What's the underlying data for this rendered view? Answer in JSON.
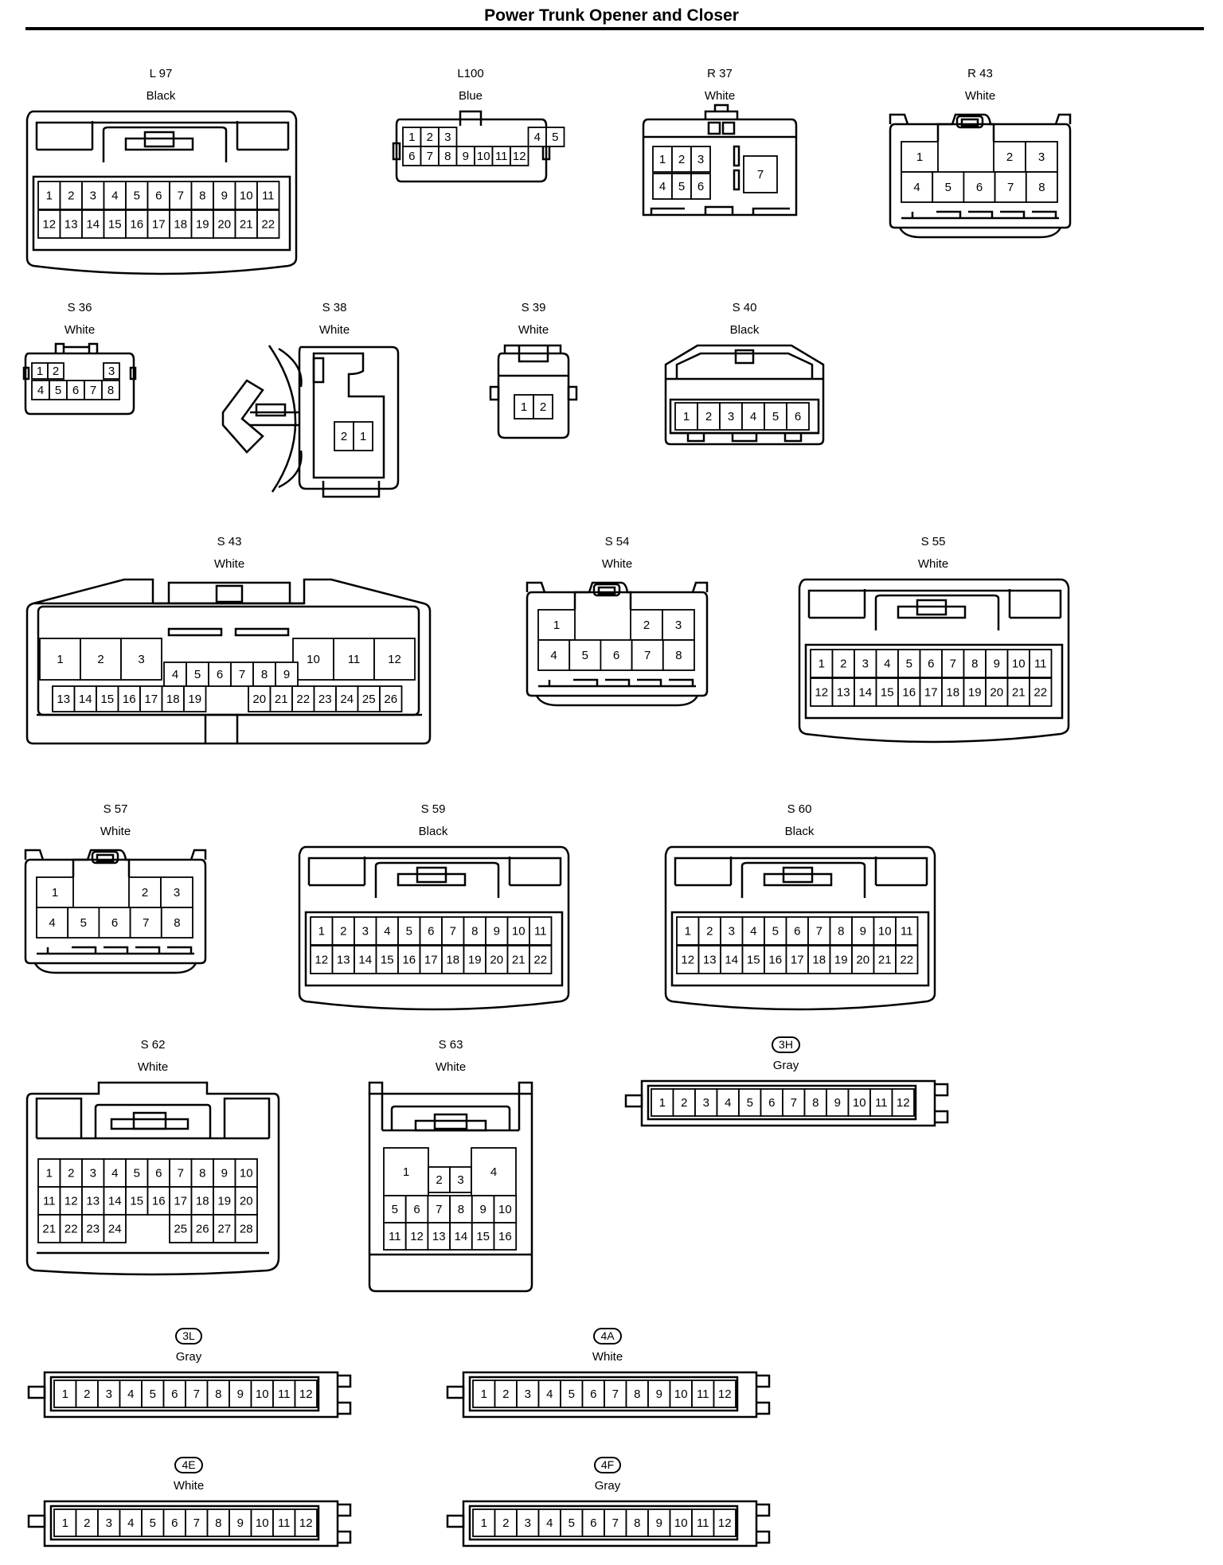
{
  "title": "Power Trunk Opener and Closer",
  "connectors": [
    {
      "id": "L 97",
      "color": "Black",
      "rows": [
        [
          "1",
          "2",
          "3",
          "4",
          "5",
          "6",
          "7",
          "8",
          "9",
          "10",
          "11"
        ],
        [
          "12",
          "13",
          "14",
          "15",
          "16",
          "17",
          "18",
          "19",
          "20",
          "21",
          "22"
        ]
      ]
    },
    {
      "id": "L100",
      "color": "Blue",
      "rows": [
        [
          "1",
          "2",
          "3",
          "",
          "",
          "",
          "",
          "4",
          "5"
        ],
        [
          "6",
          "7",
          "8",
          "9",
          "10",
          "11",
          "12"
        ]
      ]
    },
    {
      "id": "R 37",
      "color": "White",
      "rows": [
        [
          "1",
          "2",
          "3"
        ],
        [
          "4",
          "5",
          "6"
        ],
        [
          "7"
        ]
      ]
    },
    {
      "id": "R 43",
      "color": "White",
      "rows": [
        [
          "1",
          "2",
          "3"
        ],
        [
          "4",
          "5",
          "6",
          "7",
          "8"
        ]
      ]
    },
    {
      "id": "S 36",
      "color": "White",
      "rows": [
        [
          "1",
          "2",
          "3"
        ],
        [
          "4",
          "5",
          "6",
          "7",
          "8"
        ]
      ]
    },
    {
      "id": "S 38",
      "color": "White",
      "rows": [
        [
          "2",
          "1"
        ]
      ]
    },
    {
      "id": "S 39",
      "color": "White",
      "rows": [
        [
          "1",
          "2"
        ]
      ]
    },
    {
      "id": "S 40",
      "color": "Black",
      "rows": [
        [
          "1",
          "2",
          "3",
          "4",
          "5",
          "6"
        ]
      ]
    },
    {
      "id": "S 43",
      "color": "White",
      "rows": [
        [
          "1",
          "2",
          "3",
          "10",
          "11",
          "12"
        ],
        [
          "4",
          "5",
          "6",
          "7",
          "8",
          "9"
        ],
        [
          "13",
          "14",
          "15",
          "16",
          "17",
          "18",
          "19",
          "20",
          "21",
          "22",
          "23",
          "24",
          "25",
          "26"
        ]
      ]
    },
    {
      "id": "S 54",
      "color": "White",
      "rows": [
        [
          "1",
          "2",
          "3"
        ],
        [
          "4",
          "5",
          "6",
          "7",
          "8"
        ]
      ]
    },
    {
      "id": "S 55",
      "color": "White",
      "rows": [
        [
          "1",
          "2",
          "3",
          "4",
          "5",
          "6",
          "7",
          "8",
          "9",
          "10",
          "11"
        ],
        [
          "12",
          "13",
          "14",
          "15",
          "16",
          "17",
          "18",
          "19",
          "20",
          "21",
          "22"
        ]
      ]
    },
    {
      "id": "S 57",
      "color": "White",
      "rows": [
        [
          "1",
          "2",
          "3"
        ],
        [
          "4",
          "5",
          "6",
          "7",
          "8"
        ]
      ]
    },
    {
      "id": "S 59",
      "color": "Black",
      "rows": [
        [
          "1",
          "2",
          "3",
          "4",
          "5",
          "6",
          "7",
          "8",
          "9",
          "10",
          "11"
        ],
        [
          "12",
          "13",
          "14",
          "15",
          "16",
          "17",
          "18",
          "19",
          "20",
          "21",
          "22"
        ]
      ]
    },
    {
      "id": "S 60",
      "color": "Black",
      "rows": [
        [
          "1",
          "2",
          "3",
          "4",
          "5",
          "6",
          "7",
          "8",
          "9",
          "10",
          "11"
        ],
        [
          "12",
          "13",
          "14",
          "15",
          "16",
          "17",
          "18",
          "19",
          "20",
          "21",
          "22"
        ]
      ]
    },
    {
      "id": "S 62",
      "color": "White",
      "rows": [
        [
          "1",
          "2",
          "3",
          "4",
          "5",
          "6",
          "7",
          "8",
          "9",
          "10"
        ],
        [
          "11",
          "12",
          "13",
          "14",
          "15",
          "16",
          "17",
          "18",
          "19",
          "20"
        ],
        [
          "21",
          "22",
          "23",
          "24",
          "",
          "",
          "25",
          "26",
          "27",
          "28"
        ]
      ]
    },
    {
      "id": "S 63",
      "color": "White",
      "rows": [
        [
          "1",
          "2",
          "3",
          "4"
        ],
        [
          "5",
          "6",
          "7",
          "8",
          "9",
          "10"
        ],
        [
          "11",
          "12",
          "13",
          "14",
          "15",
          "16"
        ]
      ]
    },
    {
      "id": "3H",
      "color": "Gray",
      "rows": [
        [
          "1",
          "2",
          "3",
          "4",
          "5",
          "6",
          "7",
          "8",
          "9",
          "10",
          "11",
          "12"
        ]
      ]
    },
    {
      "id": "3L",
      "color": "Gray",
      "rows": [
        [
          "1",
          "2",
          "3",
          "4",
          "5",
          "6",
          "7",
          "8",
          "9",
          "10",
          "11",
          "12"
        ]
      ]
    },
    {
      "id": "4A",
      "color": "White",
      "rows": [
        [
          "1",
          "2",
          "3",
          "4",
          "5",
          "6",
          "7",
          "8",
          "9",
          "10",
          "11",
          "12"
        ]
      ]
    },
    {
      "id": "4E",
      "color": "White",
      "rows": [
        [
          "1",
          "2",
          "3",
          "4",
          "5",
          "6",
          "7",
          "8",
          "9",
          "10",
          "11",
          "12"
        ]
      ]
    },
    {
      "id": "4F",
      "color": "Gray",
      "rows": [
        [
          "1",
          "2",
          "3",
          "4",
          "5",
          "6",
          "7",
          "8",
          "9",
          "10",
          "11",
          "12"
        ]
      ]
    }
  ]
}
